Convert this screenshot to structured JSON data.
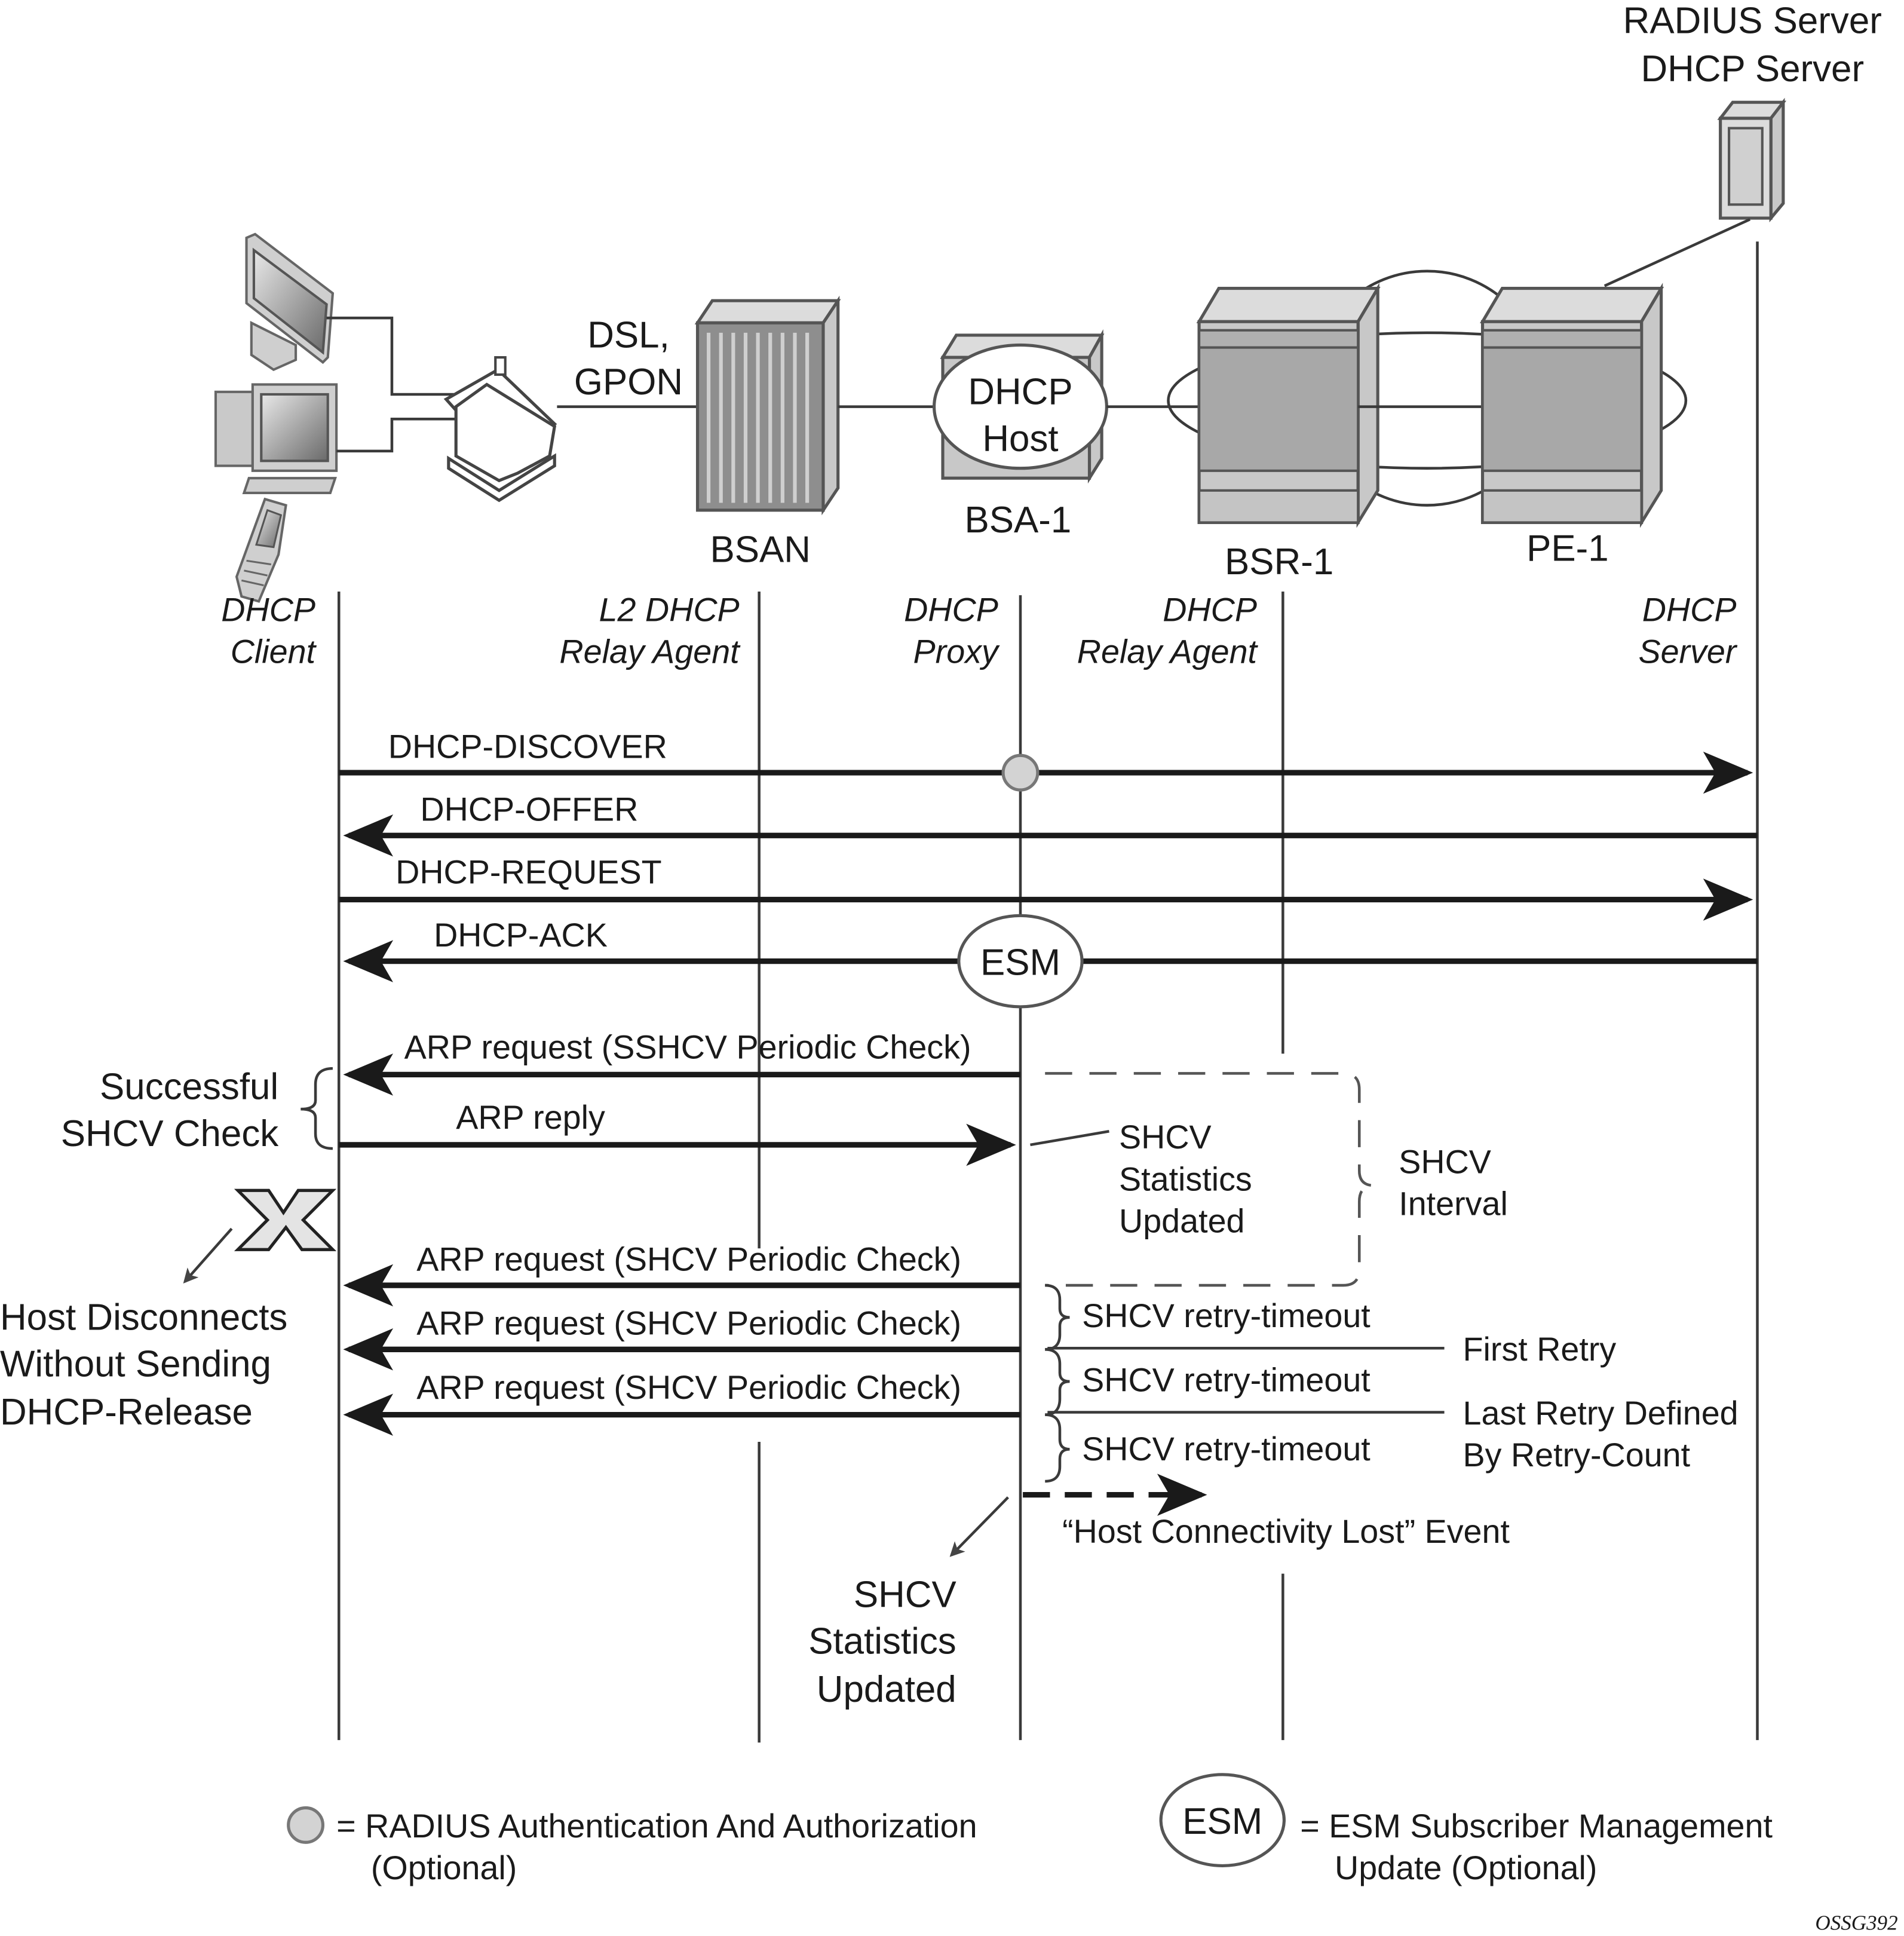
{
  "figure_id": "OSSG392",
  "devices": {
    "server_top": "RADIUS Server",
    "server_bottom": "DHCP Server",
    "link": [
      "DSL,",
      "GPON"
    ],
    "bsan": "BSAN",
    "bsa": "BSA-1",
    "bsa_badge": [
      "DHCP",
      "Host"
    ],
    "bsr": "BSR-1",
    "pe": "PE-1"
  },
  "roles": [
    {
      "line1": "DHCP",
      "line2": "Client"
    },
    {
      "line1": "L2 DHCP",
      "line2": "Relay Agent"
    },
    {
      "line1": "DHCP",
      "line2": "Proxy"
    },
    {
      "line1": "DHCP",
      "line2": "Relay Agent"
    },
    {
      "line1": "DHCP",
      "line2": "Server"
    }
  ],
  "messages": [
    {
      "label": "DHCP-DISCOVER",
      "direction": "client-to-server"
    },
    {
      "label": "DHCP-OFFER",
      "direction": "server-to-client"
    },
    {
      "label": "DHCP-REQUEST",
      "direction": "client-to-server"
    },
    {
      "label": "DHCP-ACK",
      "direction": "server-to-client"
    },
    {
      "label": "ARP request (SSHCV Periodic Check)",
      "direction": "proxy-to-client"
    },
    {
      "label": "ARP reply",
      "direction": "client-to-proxy"
    },
    {
      "label": "ARP request (SHCV Periodic Check)",
      "direction": "proxy-to-client"
    },
    {
      "label": "ARP request (SHCV Periodic Check)",
      "direction": "proxy-to-client"
    },
    {
      "label": "ARP request (SHCV Periodic Check)",
      "direction": "proxy-to-client"
    }
  ],
  "esm_marker": "ESM",
  "annotations": {
    "successful_check": [
      "Successful",
      "SHCV Check"
    ],
    "host_disconnects": [
      "Host Disconnects",
      "Without Sending",
      "DHCP-Release"
    ],
    "stats_updated_1": [
      "SHCV",
      "Statistics",
      "Updated"
    ],
    "interval": [
      "SHCV",
      "Interval"
    ],
    "retry_timeout": "SHCV retry-timeout",
    "first_retry": "First Retry",
    "last_retry": [
      "Last Retry Defined",
      "By Retry-Count"
    ],
    "event": "“Host Connectivity Lost” Event",
    "stats_updated_2": [
      "SHCV",
      "Statistics",
      "Updated"
    ]
  },
  "legend": {
    "radius": [
      "= RADIUS Authentication And Authorization",
      "(Optional)"
    ],
    "esm_symbol": "ESM",
    "esm": [
      "= ESM Subscriber Management",
      "Update (Optional)"
    ]
  }
}
